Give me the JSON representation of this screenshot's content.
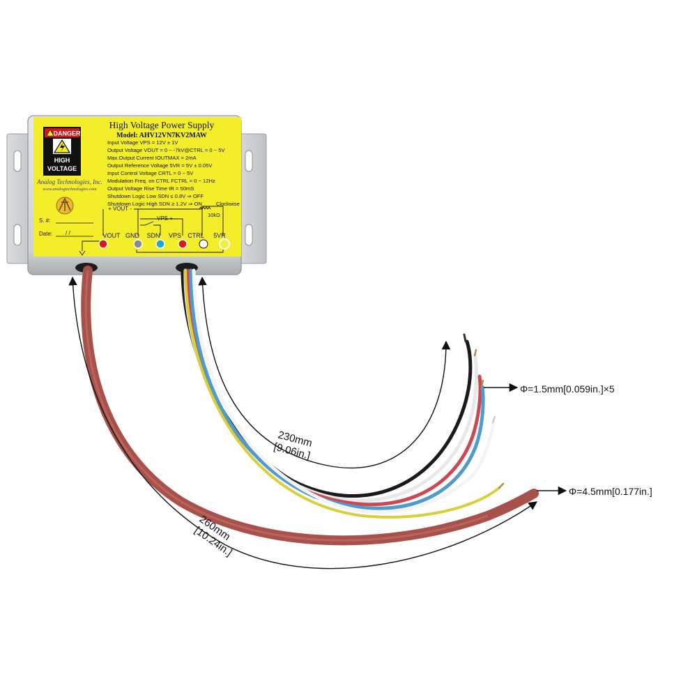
{
  "label": {
    "title": "High Voltage Power Supply",
    "model": "Model: AHV12VN7KV2MAW",
    "specs": [
      "Input Voltage VPS = 12V ± 1V",
      "Output Voltage VOUT = 0 ~ -7kV@CTRL = 0 ~ 5V",
      "Max.Output Current IOUTMAX = 2mA",
      "Output Reference Voltage 5VR = 5V ± 0.05V",
      "Input Control Voltage CRTL = 0 ~ 5V",
      "Modulation Freq. on CTRL FCTRL = 0 ~ 12Hz",
      "Output Voltage Rise Time tR = 50mS",
      "Shutdown Logic Low SDN ≤ 0.8V ⇒ OFF",
      "Shutdown Logic High SDN ≥ 1.2V ⇒ ON"
    ],
    "danger": "DANGER",
    "high": "HIGH",
    "voltage": "VOLTAGE",
    "company": "Analog Technologies, Inc.",
    "website": "www.analogtechnologies.com",
    "serial_label": "S. #:",
    "date_label": "Date:",
    "date_slashes": "/    /",
    "vout_bracket": "+ VOUT -",
    "vps_bracket": "- VPS +",
    "clockwise": "Clockwise",
    "resistor": "10kΩ",
    "pins": [
      "VOUT",
      "GND",
      "SDN",
      "VPS",
      "CTRL",
      "5VR"
    ]
  },
  "dimensions": {
    "small_wire_diameter": "Φ=1.5mm[0.059in.]×5",
    "large_wire_diameter": "Φ=4.5mm[0.177in.]",
    "short_length_mm": "230mm",
    "short_length_in": "[9.06in.]",
    "long_length_mm": "260mm",
    "long_length_in": "[10.24in.]"
  },
  "colors": {
    "label_yellow": "#f4ee2a",
    "enclosure": "#cfd2d4",
    "hv_cable": "#a8514b",
    "pin_red": "#e0151b",
    "pin_gray": "#8a8a92",
    "pin_blue": "#1fa6d8",
    "pin_yellow": "#f6ee3a"
  }
}
